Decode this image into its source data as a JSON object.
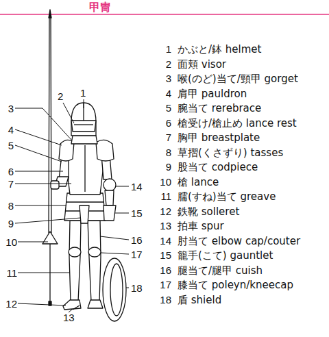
{
  "diagram": {
    "title": "甲冑",
    "labels": [
      "1",
      "2",
      "3",
      "4",
      "5",
      "6",
      "7",
      "8",
      "9",
      "10",
      "11",
      "12",
      "13",
      "14",
      "15",
      "16",
      "17",
      "18",
      "1",
      "かぶと/鉢 helmet",
      "2",
      "面頬 visor",
      "3",
      "喉(のど)当て/頸甲 gorget",
      "4",
      "肩甲 pauldron",
      "5",
      "腕当て rerebrace",
      "6",
      "槍受け/槍止め lance rest",
      "7",
      "胸甲 breastplate",
      "8",
      "草摺(くさずり) tasses",
      "9",
      "股当て codpiece",
      "10",
      "槍 lance",
      "11",
      "臑(すね)当て greave",
      "12",
      "鉄靴 solleret",
      "13",
      "拍車 spur",
      "14",
      "肘当て elbow cap/couter",
      "15",
      "籠手(こて) gauntlet",
      "16",
      "腿当て/腿甲 cuish",
      "17",
      "膝当て poleyn/kneecap",
      "18",
      "盾 shield"
    ]
  }
}
